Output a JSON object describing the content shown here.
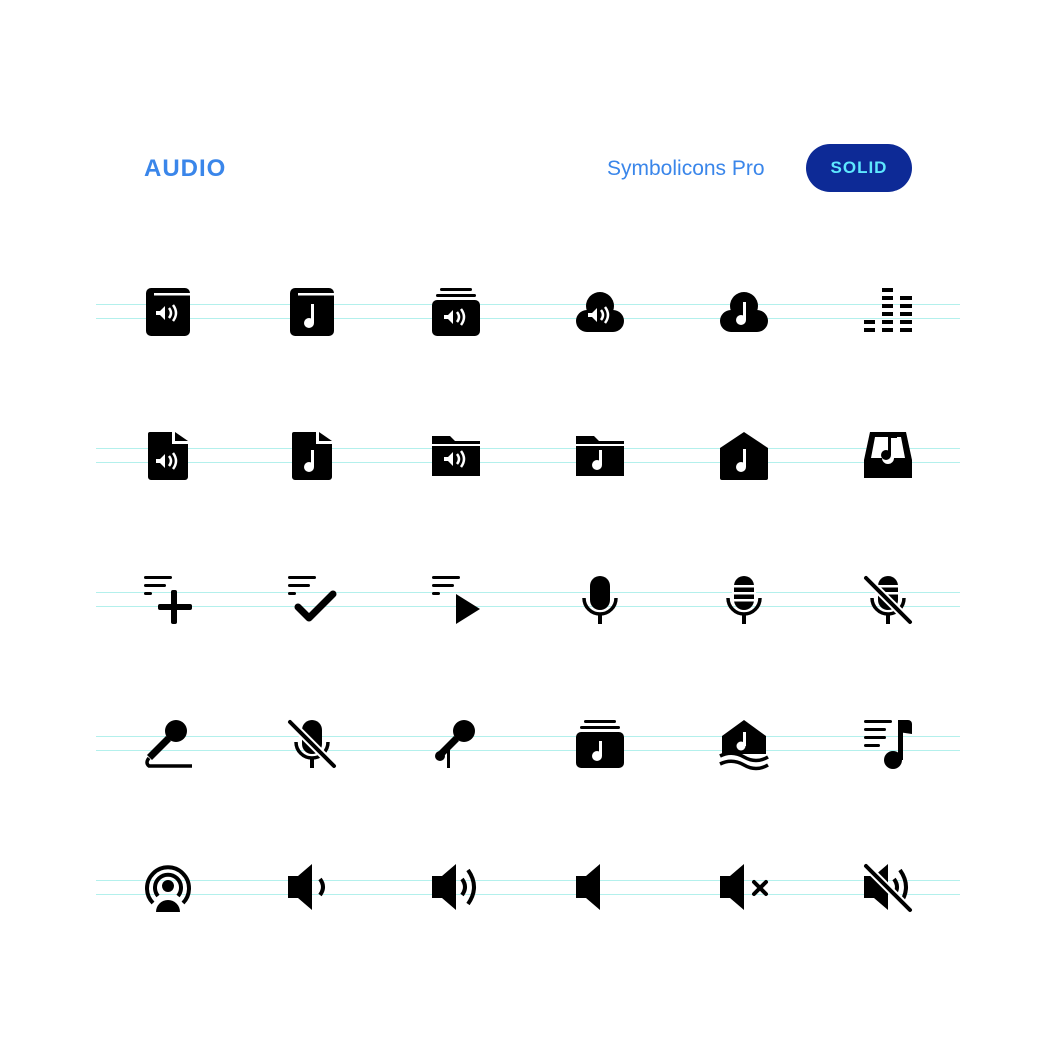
{
  "header": {
    "title": "AUDIO",
    "brand": "Symbolicons Pro",
    "style_badge": "SOLID"
  },
  "colors": {
    "accent": "#3a86ea",
    "badge_bg": "#0d2a96",
    "badge_text": "#5ee8ff",
    "icon": "#000000",
    "guide": "#b3f0ec"
  },
  "icons": [
    "audio-book-icon",
    "music-book-icon",
    "audio-album-stack-icon",
    "audio-cloud-icon",
    "music-cloud-icon",
    "equalizer-icon",
    "audio-file-icon",
    "music-file-icon",
    "audio-folder-icon",
    "music-folder-icon",
    "music-home-icon",
    "music-inbox-icon",
    "playlist-add-icon",
    "playlist-check-icon",
    "playlist-play-icon",
    "microphone-icon",
    "studio-microphone-icon",
    "studio-microphone-off-icon",
    "karaoke-microphone-icon",
    "microphone-off-icon",
    "handheld-microphone-icon",
    "music-album-stack-icon",
    "music-pool-icon",
    "playlist-music-icon",
    "podcast-icon",
    "volume-low-icon",
    "volume-high-icon",
    "volume-silent-icon",
    "volume-mute-icon",
    "volume-off-icon"
  ]
}
